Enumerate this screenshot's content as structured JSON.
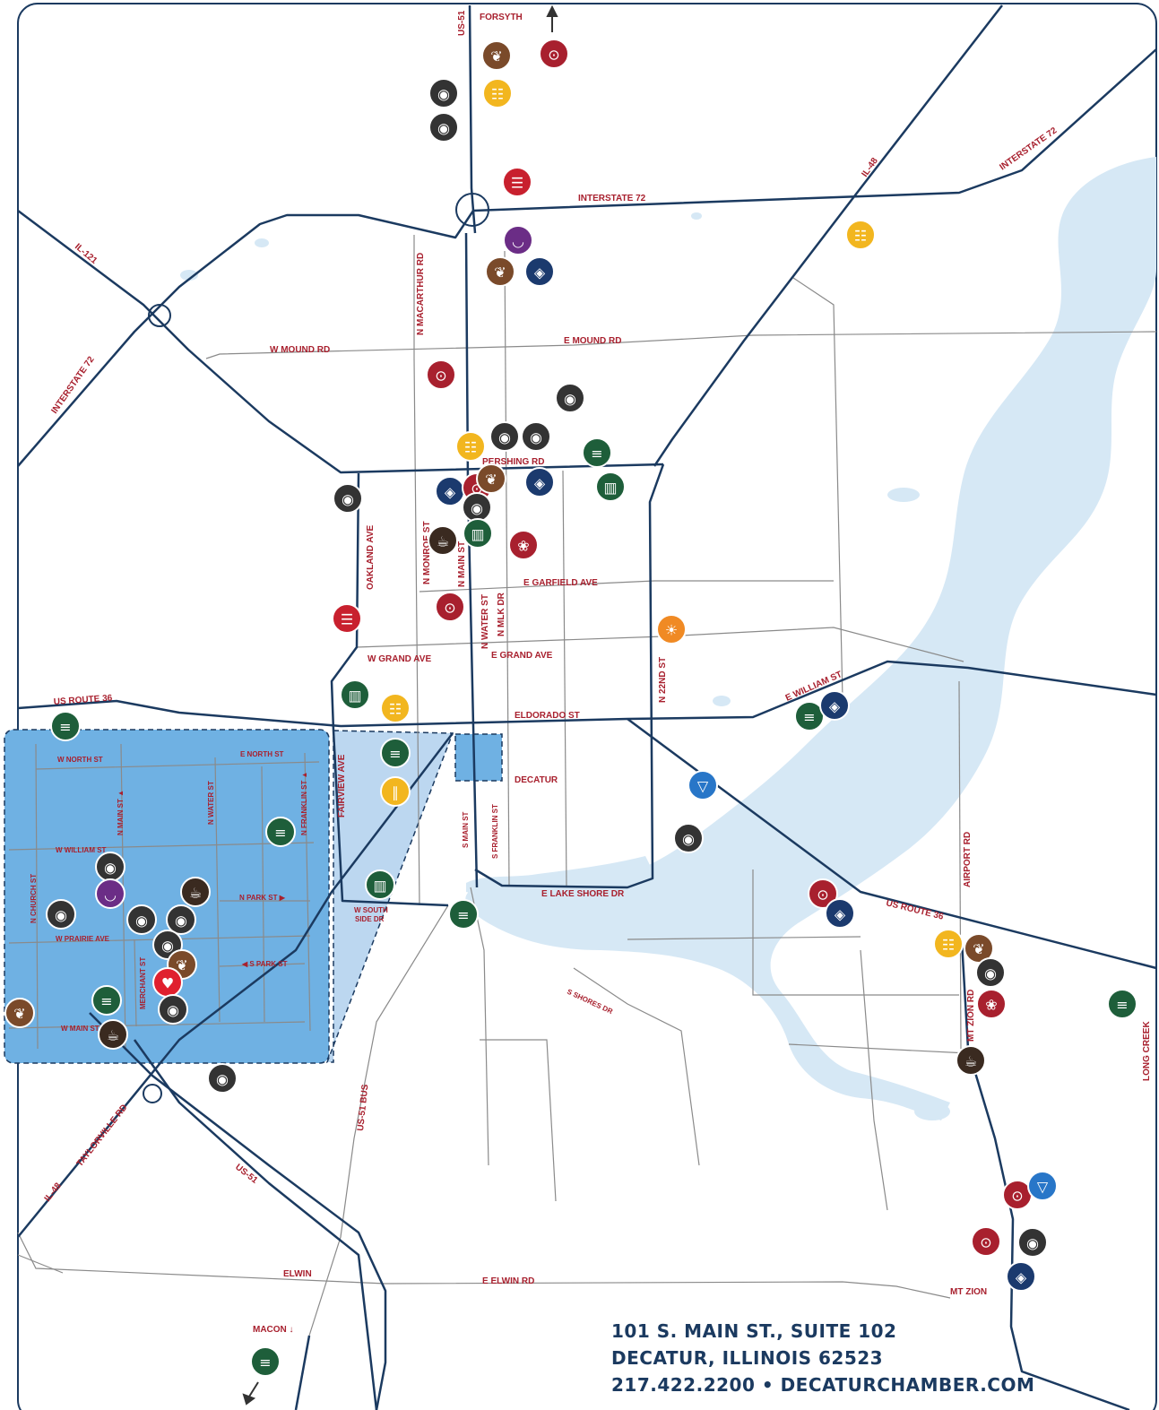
{
  "colors": {
    "road": "#1b3a60",
    "local_road": "#8a8a8a",
    "water": "#d6e8f5",
    "downtown": "#6fb1e3",
    "downtown_light": "#bcd7f0",
    "label": "#a8202e",
    "address": "#1b3a60"
  },
  "roads": {
    "us51_top": "US-51",
    "forsyth": "FORSYTH",
    "interstate72_mid": "INTERSTATE 72",
    "interstate72_right": "INTERSTATE 72",
    "interstate72_left": "INTERSTATE 72",
    "il48_top": "IL-48",
    "il121": "IL-121",
    "w_mound": "W MOUND RD",
    "e_mound": "E MOUND RD",
    "n_macarthur": "N MACARTHUR RD",
    "pershing": "PERSHING RD",
    "oakland": "OAKLAND AVE",
    "n_monroe": "N MONROE ST",
    "n_main": "N MAIN ST",
    "e_garfield": "E GARFIELD AVE",
    "n_water": "N WATER ST",
    "n_mlk": "N MLK DR",
    "w_grand": "W GRAND AVE",
    "e_grand": "E GRAND AVE",
    "n_22nd": "N 22ND ST",
    "us36_left": "US ROUTE 36",
    "eldorado": "ELDORADO ST",
    "e_william": "E WILLIAM ST",
    "w_north": "W NORTH ST",
    "e_north": "E NORTH ST",
    "fairview": "FAIRVIEW AVE",
    "decatur": "DECATUR",
    "n_main_dt": "N MAIN ST ▲",
    "n_water_dt": "N WATER ST",
    "n_franklin_dt": "N FRANKLIN ST ▲",
    "w_william": "W WILLIAM ST",
    "s_main": "S MAIN ST",
    "s_franklin": "S FRANKLIN ST",
    "n_church": "N CHURCH ST",
    "n_park": "N PARK ST ▶",
    "w_prairie": "W PRAIRIE AVE",
    "merchant": "MERCHANT ST",
    "s_park": "◀ S PARK ST",
    "w_main": "W MAIN ST",
    "w_south_side": "W SOUTH",
    "w_south_side2": "SIDE DR",
    "e_lake_shore": "E LAKE SHORE DR",
    "us36_right": "US ROUTE 36",
    "airport": "AIRPORT RD",
    "s_shores": "S SHORES DR",
    "mt_zion_rd": "MT ZION RD",
    "long_creek": "LONG CREEK",
    "taylorville": "TAYLORVILLE RD",
    "il48_bottom": "IL-48",
    "us51_bottom": "US-51",
    "us51_bus": "US-51 BUS",
    "elwin": "ELWIN",
    "e_elwin": "E ELWIN RD",
    "mt_zion": "MT ZION",
    "macon": "MACON ↓"
  },
  "address": {
    "line1": "101 S. MAIN ST., SUITE 102",
    "line2": "DECATUR, ILLINOIS 62523",
    "line3": "217.422.2200 • DECATURCHAMBER.COM"
  },
  "poi_types": {
    "restaurant": {
      "icon": "plate-icon",
      "color": "#333333",
      "glyph": "◉"
    },
    "bakery": {
      "icon": "bread-icon",
      "color": "#7a4a2a",
      "glyph": "❦"
    },
    "pizza": {
      "icon": "pizza-icon",
      "color": "#a8202e",
      "glyph": "⊙"
    },
    "fastfood": {
      "icon": "fastfood-icon",
      "color": "#f2b61f",
      "glyph": "☷"
    },
    "burger": {
      "icon": "burger-icon",
      "color": "#c8202e",
      "glyph": "☰"
    },
    "asian": {
      "icon": "bowl-icon",
      "color": "#6b2d86",
      "glyph": "◡"
    },
    "mexican": {
      "icon": "burrito-icon",
      "color": "#1b3a6e",
      "glyph": "◈"
    },
    "bar": {
      "icon": "wine-icon",
      "color": "#1e5e3a",
      "glyph": "≡"
    },
    "brewery": {
      "icon": "beer-icon",
      "color": "#1e5e3a",
      "glyph": "▥"
    },
    "bbq": {
      "icon": "fire-icon",
      "color": "#a8202e",
      "glyph": "❀"
    },
    "coffee": {
      "icon": "coffee-icon",
      "color": "#3a2a20",
      "glyph": "☕"
    },
    "breakfast": {
      "icon": "sunrise-icon",
      "color": "#f08a24",
      "glyph": "☀"
    },
    "icecream": {
      "icon": "icecream-icon",
      "color": "#2876c8",
      "glyph": "▽"
    },
    "hotdog": {
      "icon": "hotdog-icon",
      "color": "#f2b61f",
      "glyph": "∥"
    },
    "dessert": {
      "icon": "dessert-icon",
      "color": "#e0202e",
      "glyph": "♥"
    }
  },
  "pois": [
    [
      "bakery",
      554,
      62
    ],
    [
      "pizza",
      618,
      60
    ],
    [
      "restaurant",
      495,
      104
    ],
    [
      "fastfood",
      555,
      104
    ],
    [
      "restaurant",
      495,
      142
    ],
    [
      "burger",
      577,
      203
    ],
    [
      "fastfood",
      960,
      262
    ],
    [
      "asian",
      578,
      268
    ],
    [
      "bakery",
      558,
      303
    ],
    [
      "mexican",
      602,
      303
    ],
    [
      "pizza",
      492,
      418
    ],
    [
      "restaurant",
      636,
      444
    ],
    [
      "fastfood",
      525,
      498
    ],
    [
      "restaurant",
      563,
      487
    ],
    [
      "restaurant",
      598,
      487
    ],
    [
      "bar",
      666,
      505
    ],
    [
      "restaurant",
      388,
      556
    ],
    [
      "mexican",
      502,
      548
    ],
    [
      "pizza",
      532,
      544
    ],
    [
      "bakery",
      548,
      534
    ],
    [
      "restaurant",
      532,
      566
    ],
    [
      "mexican",
      602,
      538
    ],
    [
      "brewery",
      681,
      543
    ],
    [
      "coffee",
      494,
      603
    ],
    [
      "brewery",
      533,
      595
    ],
    [
      "bbq",
      584,
      608
    ],
    [
      "pizza",
      502,
      677
    ],
    [
      "burger",
      387,
      690
    ],
    [
      "breakfast",
      749,
      702
    ],
    [
      "brewery",
      396,
      775
    ],
    [
      "fastfood",
      441,
      790
    ],
    [
      "bar",
      73,
      810
    ],
    [
      "bar",
      903,
      799
    ],
    [
      "mexican",
      931,
      787
    ],
    [
      "bar",
      441,
      840
    ],
    [
      "hotdog",
      441,
      883
    ],
    [
      "icecream",
      784,
      876
    ],
    [
      "bar",
      313,
      928
    ],
    [
      "restaurant",
      768,
      935
    ],
    [
      "restaurant",
      123,
      967
    ],
    [
      "asian",
      123,
      997
    ],
    [
      "coffee",
      218,
      995
    ],
    [
      "restaurant",
      68,
      1020
    ],
    [
      "restaurant",
      158,
      1026
    ],
    [
      "restaurant",
      202,
      1026
    ],
    [
      "brewery",
      424,
      987
    ],
    [
      "bar",
      517,
      1020
    ],
    [
      "pizza",
      918,
      997
    ],
    [
      "mexican",
      937,
      1019
    ],
    [
      "restaurant",
      187,
      1054
    ],
    [
      "bakery",
      203,
      1076
    ],
    [
      "dessert",
      187,
      1096
    ],
    [
      "bar",
      119,
      1116
    ],
    [
      "restaurant",
      193,
      1126
    ],
    [
      "bakery",
      22,
      1130
    ],
    [
      "coffee",
      126,
      1154
    ],
    [
      "restaurant",
      248,
      1203
    ],
    [
      "fastfood",
      1058,
      1053
    ],
    [
      "bakery",
      1092,
      1058
    ],
    [
      "restaurant",
      1105,
      1085
    ],
    [
      "bbq",
      1106,
      1120
    ],
    [
      "bar",
      1252,
      1120
    ],
    [
      "coffee",
      1083,
      1183
    ],
    [
      "pizza",
      1135,
      1333
    ],
    [
      "icecream",
      1163,
      1323
    ],
    [
      "pizza",
      1100,
      1385
    ],
    [
      "restaurant",
      1152,
      1386
    ],
    [
      "mexican",
      1139,
      1424
    ],
    [
      "bar",
      296,
      1519
    ]
  ]
}
